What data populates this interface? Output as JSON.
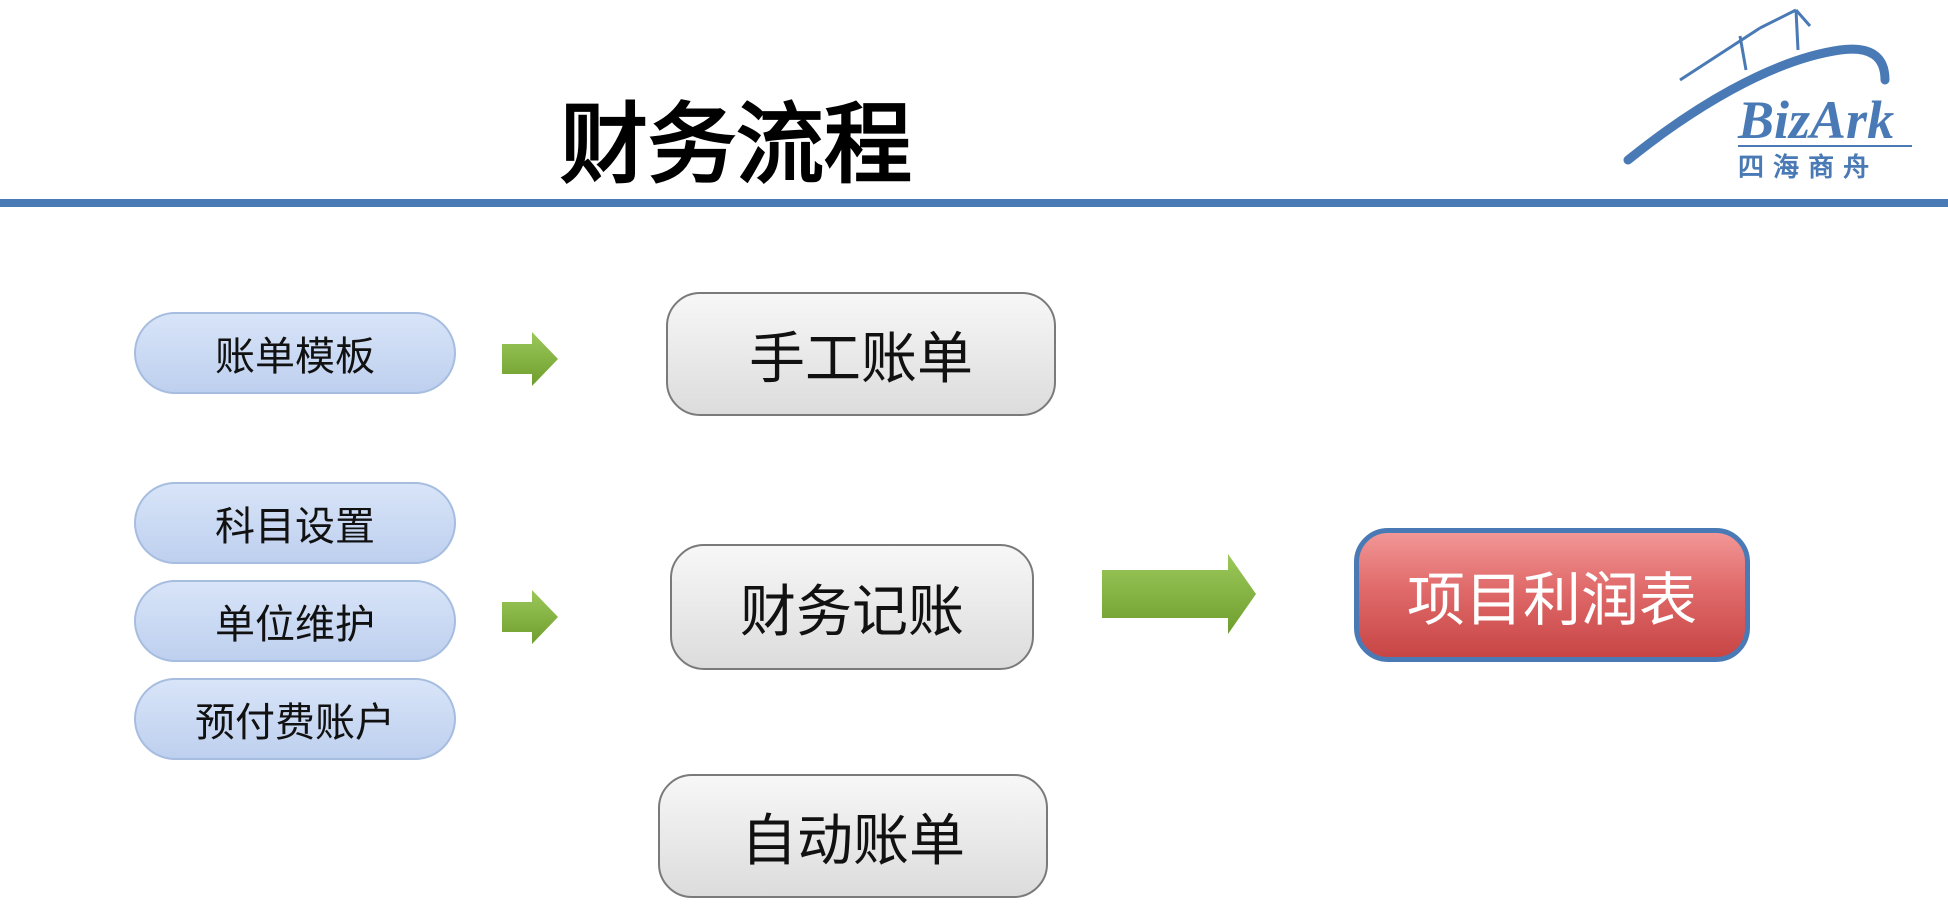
{
  "slide": {
    "title": "财务流程"
  },
  "logo": {
    "brand": "BizArk",
    "subtitle": "四 海 商 舟",
    "color": "#4a7ab5"
  },
  "inputs": [
    {
      "label": "账单模板"
    },
    {
      "label": "科目设置"
    },
    {
      "label": "单位维护"
    },
    {
      "label": "预付费账户"
    }
  ],
  "processes": [
    {
      "label": "手工账单"
    },
    {
      "label": "财务记账"
    },
    {
      "label": "自动账单"
    }
  ],
  "output": {
    "label": "项目利润表"
  },
  "colors": {
    "accent_rule": "#4a7ab5",
    "input_fill": "#c8d8f3",
    "process_fill": "#e8e8e8",
    "output_fill": "#e06a6a",
    "arrow_fill": "#7fb03a"
  }
}
